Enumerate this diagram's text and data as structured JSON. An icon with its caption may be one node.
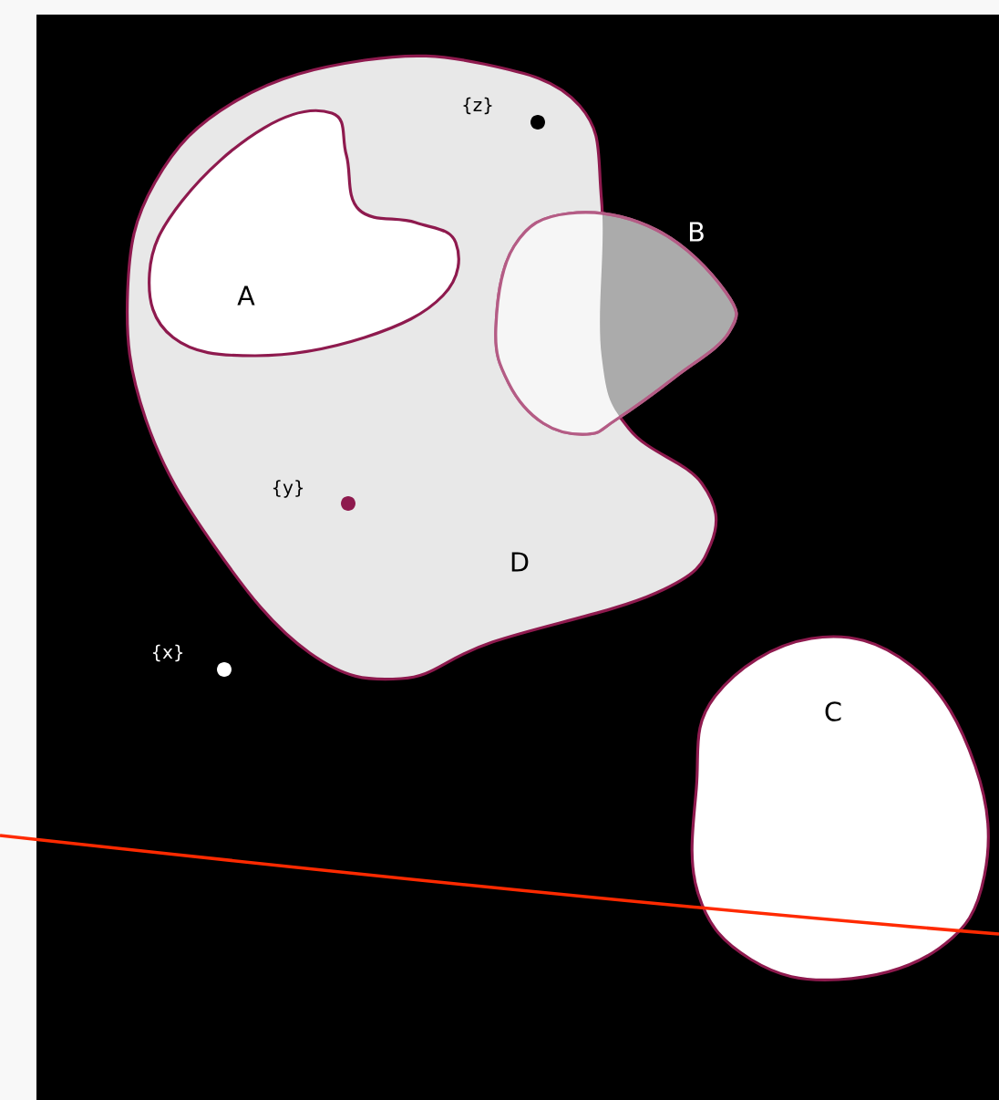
{
  "diagram": {
    "nodes": [
      {
        "text": [
          "D"
        ]
      },
      {
        "text": [
          "A"
        ],
        "in": 0
      },
      {
        "text": [
          "B"
        ]
      },
      {
        "text": [
          "C"
        ]
      }
    ],
    "labels": [
      "{z}",
      "{y}",
      "{x}"
    ]
  }
}
